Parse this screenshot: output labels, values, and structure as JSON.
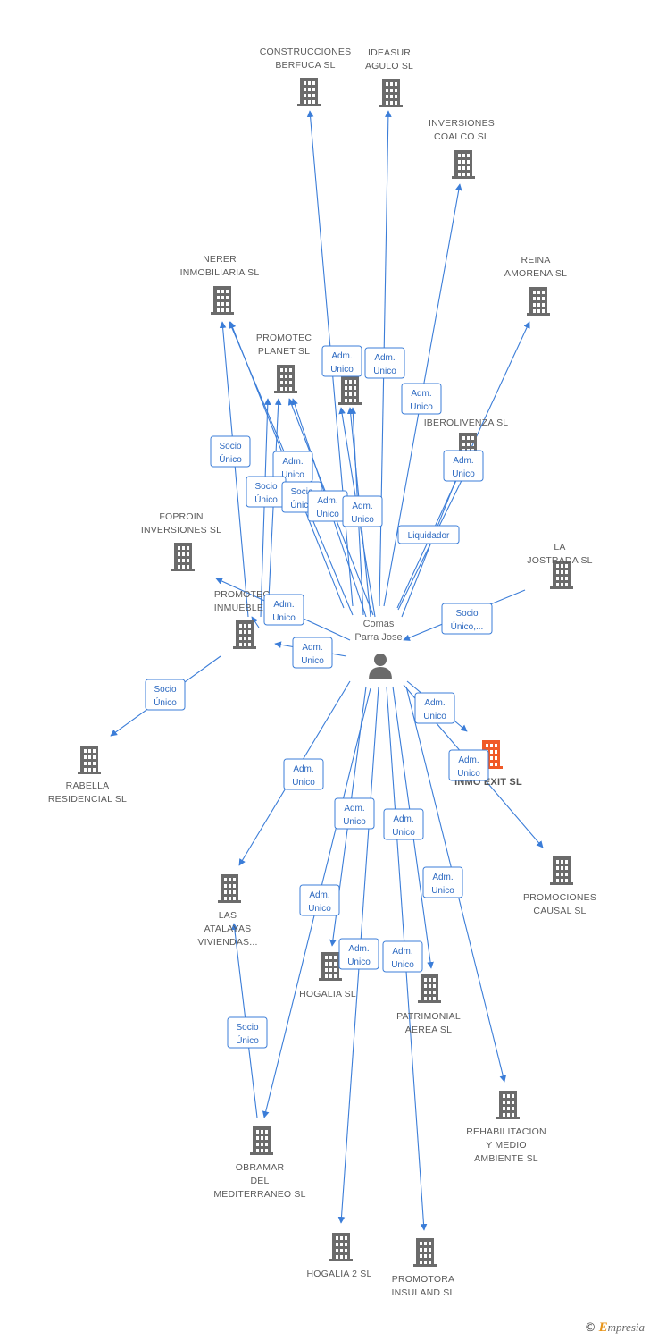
{
  "center": {
    "label_lines": [
      "Comas",
      "Parra Jose"
    ]
  },
  "colors": {
    "edge": "#3b7dd8",
    "building": "#6b6b6b",
    "building_highlight": "#f05a28",
    "person": "#6b6b6b"
  },
  "companies": [
    {
      "id": "c1",
      "lines": [
        "CONSTRUCCIONES",
        "BERFUCA SL"
      ],
      "icon": "building-icon"
    },
    {
      "id": "c2",
      "lines": [
        "IDEASUR",
        "AGULO SL"
      ],
      "icon": "building-icon"
    },
    {
      "id": "c3",
      "lines": [
        "INVERSIONES",
        "COALCO SL"
      ],
      "icon": "building-icon"
    },
    {
      "id": "c4",
      "lines": [
        "REINA",
        "AMORENA SL"
      ],
      "icon": "building-icon"
    },
    {
      "id": "c5",
      "lines": [
        "NERER",
        "INMOBILIARIA SL"
      ],
      "icon": "building-icon"
    },
    {
      "id": "c6",
      "lines": [
        "PROMOTEC",
        "PLANET SL"
      ],
      "icon": "building-icon"
    },
    {
      "id": "c7",
      "lines": [],
      "icon": "building-icon"
    },
    {
      "id": "c8",
      "lines": [
        "IBEROLIVENZA SL"
      ],
      "icon": "building-icon"
    },
    {
      "id": "c9",
      "lines": [
        "FOPROIN",
        "INVERSIONES SL"
      ],
      "icon": "building-icon"
    },
    {
      "id": "c10",
      "lines": [
        "LA",
        "JOSTRADA SL"
      ],
      "icon": "building-icon"
    },
    {
      "id": "c11",
      "lines": [
        "PROMOTEC",
        "INMUEBLES"
      ],
      "icon": "building-icon"
    },
    {
      "id": "c12",
      "lines": [
        "RABELLA",
        "RESIDENCIAL SL"
      ],
      "icon": "building-icon"
    },
    {
      "id": "c13",
      "lines": [
        "INMO EXIT SL"
      ],
      "icon": "building-icon",
      "highlight": true
    },
    {
      "id": "c14",
      "lines": [
        "PROMOCIONES",
        "CAUSAL SL"
      ],
      "icon": "building-icon"
    },
    {
      "id": "c15",
      "lines": [
        "LAS",
        "ATALAYAS",
        "VIVIENDAS..."
      ],
      "icon": "building-icon"
    },
    {
      "id": "c16",
      "lines": [
        "HOGALIA SL"
      ],
      "icon": "building-icon"
    },
    {
      "id": "c17",
      "lines": [
        "PATRIMONIAL",
        "AEREA SL"
      ],
      "icon": "building-icon"
    },
    {
      "id": "c18",
      "lines": [
        "REHABILITACION",
        "Y MEDIO",
        "AMBIENTE SL"
      ],
      "icon": "building-icon"
    },
    {
      "id": "c19",
      "lines": [
        "OBRAMAR",
        "DEL",
        "MEDITERRANEO SL"
      ],
      "icon": "building-icon"
    },
    {
      "id": "c20",
      "lines": [
        "HOGALIA 2 SL"
      ],
      "icon": "building-icon"
    },
    {
      "id": "c21",
      "lines": [
        "PROMOTORA",
        "INSULAND SL"
      ],
      "icon": "building-icon"
    }
  ],
  "relations": [
    {
      "id": "r1",
      "lines": [
        "Adm.",
        "Unico"
      ]
    },
    {
      "id": "r2",
      "lines": [
        "Adm.",
        "Unico"
      ]
    },
    {
      "id": "r3",
      "lines": [
        "Adm.",
        "Unico"
      ]
    },
    {
      "id": "r4",
      "lines": [
        "Adm.",
        "Unico"
      ]
    },
    {
      "id": "r5",
      "lines": [
        "Socio",
        "Único"
      ]
    },
    {
      "id": "r6",
      "lines": [
        "Adm.",
        "Unico"
      ]
    },
    {
      "id": "r7",
      "lines": [
        "Socio",
        "Único"
      ]
    },
    {
      "id": "r8",
      "lines": [
        "Socio",
        "Único"
      ]
    },
    {
      "id": "r9",
      "lines": [
        "Adm.",
        "Unico"
      ]
    },
    {
      "id": "r10",
      "lines": [
        "Adm.",
        "Unico"
      ]
    },
    {
      "id": "r11",
      "lines": [
        "Liquidador"
      ]
    },
    {
      "id": "r12",
      "lines": [
        "Socio",
        "Único,..."
      ]
    },
    {
      "id": "r13",
      "lines": [
        "Adm.",
        "Unico"
      ]
    },
    {
      "id": "r14",
      "lines": [
        "Adm.",
        "Unico"
      ]
    },
    {
      "id": "r15",
      "lines": [
        "Socio",
        "Único"
      ]
    },
    {
      "id": "r16",
      "lines": [
        "Adm.",
        "Unico"
      ]
    },
    {
      "id": "r17",
      "lines": [
        "Adm.",
        "Unico"
      ]
    },
    {
      "id": "r18",
      "lines": [
        "Adm.",
        "Unico"
      ]
    },
    {
      "id": "r19",
      "lines": [
        "Adm.",
        "Unico"
      ]
    },
    {
      "id": "r20",
      "lines": [
        "Adm.",
        "Unico"
      ]
    },
    {
      "id": "r21",
      "lines": [
        "Adm.",
        "Unico"
      ]
    },
    {
      "id": "r22",
      "lines": [
        "Adm.",
        "Unico"
      ]
    },
    {
      "id": "r23",
      "lines": [
        "Adm.",
        "Unico"
      ]
    },
    {
      "id": "r24",
      "lines": [
        "Adm.",
        "Unico"
      ]
    },
    {
      "id": "r25",
      "lines": [
        "Socio",
        "Único"
      ]
    }
  ],
  "brand": {
    "copyright": "©",
    "initial": "E",
    "rest": "mpresia"
  }
}
